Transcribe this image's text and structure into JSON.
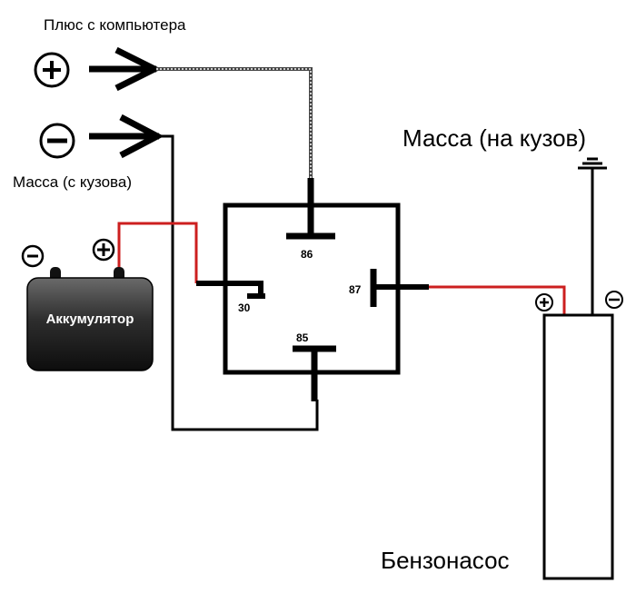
{
  "labels": {
    "plus_from_computer": "Плюс с компьютера",
    "ground_from_body": "Масса (с кузова)",
    "ground_to_body": "Масса (на кузов)",
    "battery": "Аккумулятор",
    "fuel_pump": "Бензонасос"
  },
  "relay_pins": {
    "p86": "86",
    "p30": "30",
    "p87": "87",
    "p85": "85"
  },
  "symbols": {
    "plus": "+",
    "minus": "−"
  },
  "colors": {
    "wire_black": "#000000",
    "wire_red": "#cc1f1f",
    "wire_signal": "#9a9a9a",
    "battery_body": "#2b2b2b"
  }
}
